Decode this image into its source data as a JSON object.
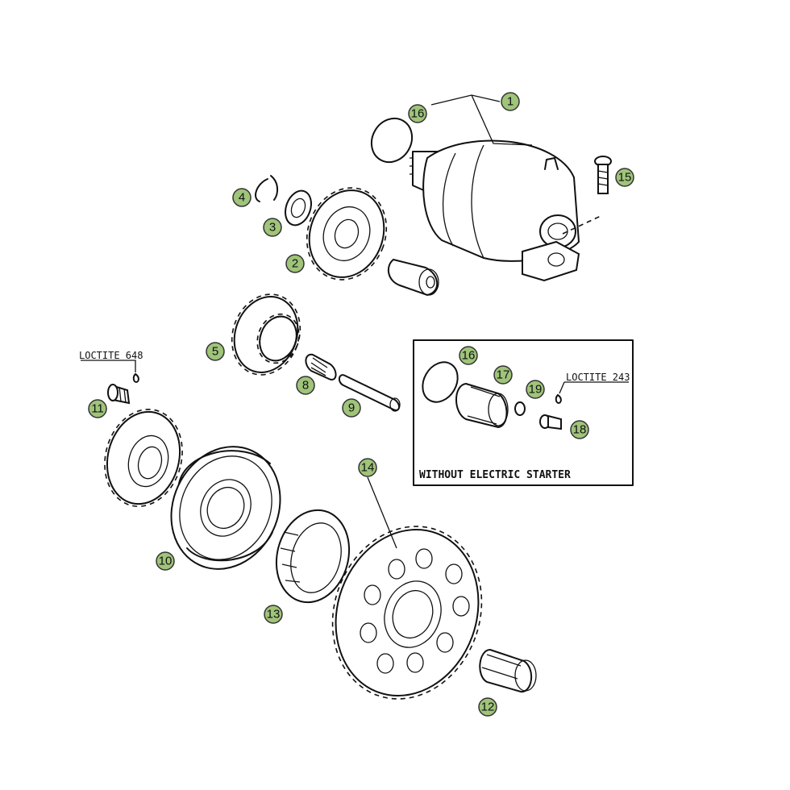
{
  "callouts": {
    "c1": "1",
    "c2": "2",
    "c3": "3",
    "c4": "4",
    "c5": "5",
    "c8": "8",
    "c9": "9",
    "c10": "10",
    "c11": "11",
    "c12": "12",
    "c13": "13",
    "c14": "14",
    "c15": "15",
    "c16a": "16",
    "c16b": "16",
    "c17": "17",
    "c18": "18",
    "c19": "19"
  },
  "notes": {
    "loctite_648": "LOCTITE 648",
    "loctite_243": "LOCTITE 243"
  },
  "inset": {
    "label": "WITHOUT ELECTRIC STARTER"
  },
  "colors": {
    "callout_fill": "#9fc47a",
    "line": "#111111"
  }
}
